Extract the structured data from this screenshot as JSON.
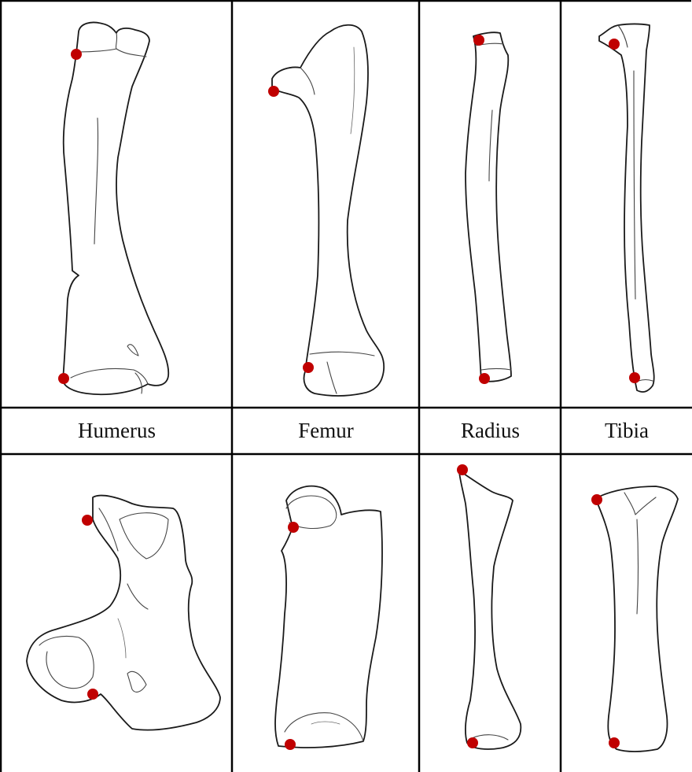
{
  "labels": {
    "humerus": "Humerus",
    "femur": "Femur",
    "radius": "Radius",
    "tibia": "Tibia"
  },
  "colors": {
    "landmark": "#c00000",
    "outline": "#1a1a1a",
    "grid": "#000000",
    "background": "#ffffff"
  }
}
